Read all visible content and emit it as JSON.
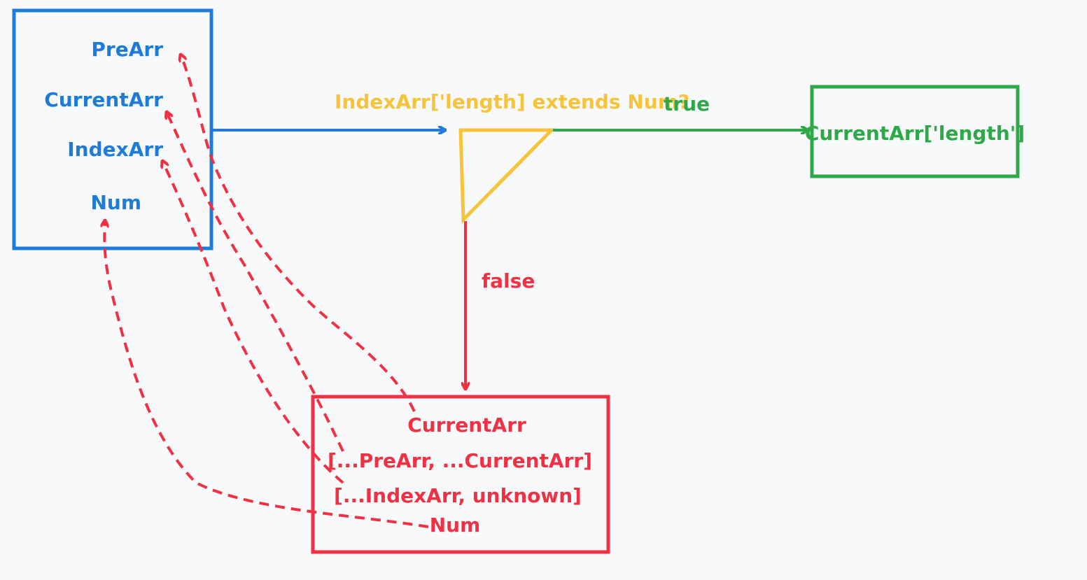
{
  "inputs_box": {
    "items": [
      "PreArr",
      "CurrentArr",
      "IndexArr",
      "Num"
    ]
  },
  "condition": {
    "label": "IndexArr['length] extends Num?"
  },
  "true_branch": {
    "label": "true",
    "result": "CurrentArr['length']"
  },
  "false_branch": {
    "label": "false",
    "items": [
      "CurrentArr",
      "[...PreArr, ...CurrentArr]",
      "[...IndexArr, unknown]",
      "Num"
    ]
  },
  "colors": {
    "inputs": "#1e7bd7",
    "condition": "#f7c33a",
    "true": "#2fa84a",
    "false": "#f03043",
    "background": "#f8f9fa"
  }
}
